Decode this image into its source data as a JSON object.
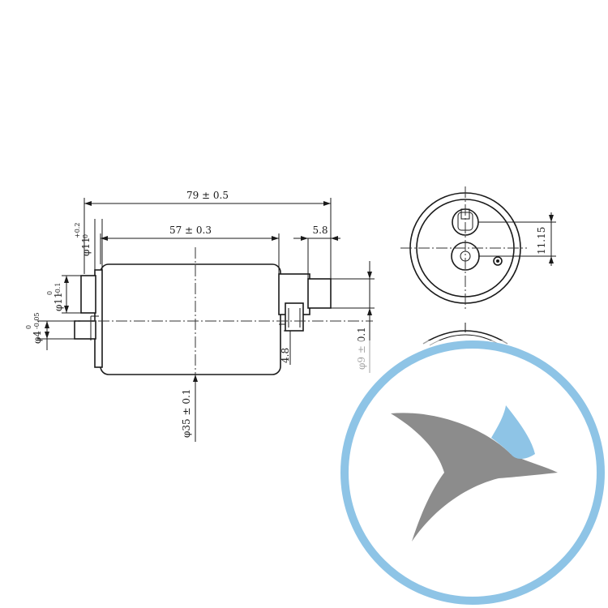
{
  "drawing": {
    "dimensions": {
      "overall_length": "79 ± 0.5",
      "body_length": "57 ± 0.3",
      "outlet_length": "5.8",
      "outlet_diameter": "φ11",
      "outlet_diameter_tol_upper": "+0.2",
      "outlet_diameter_tol_lower": "0",
      "inlet_diameter": "φ11",
      "inlet_diameter_tol_upper": "0",
      "inlet_diameter_tol_lower": "-0.1",
      "small_shaft_diameter": "φ4",
      "small_shaft_tol_upper": "0",
      "small_shaft_tol_lower": "-0.05",
      "body_diameter": "φ35 ± 0.1",
      "terminal_offset": "4.8",
      "outlet_right_diameter": "φ9 ± 0.1",
      "end_view_offset": "11.15"
    }
  },
  "logo": {
    "ring_color": "#8ec4e6",
    "bird_dark_color": "#8c8c8c",
    "bird_light_color": "#8ec4e6",
    "icon": "bird-logo-icon"
  }
}
